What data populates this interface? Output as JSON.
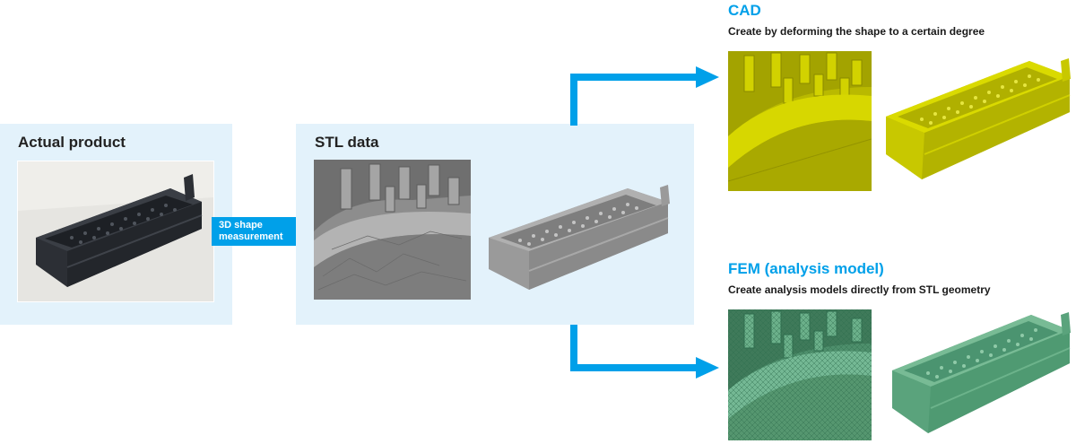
{
  "actual_product": {
    "title": "Actual product"
  },
  "measurement": {
    "line1": "3D shape",
    "line2": "measurement"
  },
  "stl": {
    "title": "STL data"
  },
  "cad": {
    "title": "CAD",
    "description": "Create by deforming the shape to a certain degree"
  },
  "fem": {
    "title": "FEM (analysis model)",
    "description": "Create analysis models directly from STL geometry"
  },
  "colors": {
    "accent": "#00a0e9",
    "panel": "#e3f2fb",
    "cad_yellow": "#c8c800",
    "fem_green": "#5aa37c",
    "stl_gray": "#8a8a8a"
  }
}
